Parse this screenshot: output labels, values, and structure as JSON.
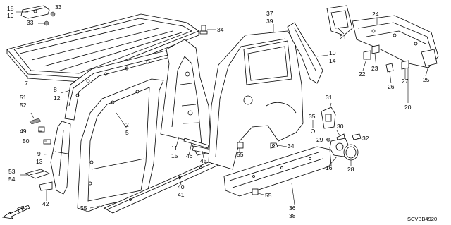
{
  "diagram_code": "SCVBB4920",
  "direction": {
    "label": "FR."
  },
  "labels": [
    {
      "id": "18",
      "text": "18"
    },
    {
      "id": "19",
      "text": "19"
    },
    {
      "id": "33a",
      "text": "33"
    },
    {
      "id": "33b",
      "text": "33"
    },
    {
      "id": "34a",
      "text": "34"
    },
    {
      "id": "37",
      "text": "37"
    },
    {
      "id": "39",
      "text": "39"
    },
    {
      "id": "24",
      "text": "24"
    },
    {
      "id": "21",
      "text": "21"
    },
    {
      "id": "10",
      "text": "10"
    },
    {
      "id": "14",
      "text": "14"
    },
    {
      "id": "7",
      "text": "7"
    },
    {
      "id": "8",
      "text": "8"
    },
    {
      "id": "12",
      "text": "12"
    },
    {
      "id": "22",
      "text": "22"
    },
    {
      "id": "23",
      "text": "23"
    },
    {
      "id": "26",
      "text": "26"
    },
    {
      "id": "27",
      "text": "27"
    },
    {
      "id": "25",
      "text": "25"
    },
    {
      "id": "20",
      "text": "20"
    },
    {
      "id": "51",
      "text": "51"
    },
    {
      "id": "52",
      "text": "52"
    },
    {
      "id": "31",
      "text": "31"
    },
    {
      "id": "2",
      "text": "2"
    },
    {
      "id": "5",
      "text": "5"
    },
    {
      "id": "35",
      "text": "35"
    },
    {
      "id": "30",
      "text": "30"
    },
    {
      "id": "49",
      "text": "49"
    },
    {
      "id": "29",
      "text": "29"
    },
    {
      "id": "32",
      "text": "32"
    },
    {
      "id": "50",
      "text": "50"
    },
    {
      "id": "11",
      "text": "11"
    },
    {
      "id": "15",
      "text": "15"
    },
    {
      "id": "46",
      "text": "46"
    },
    {
      "id": "34b",
      "text": "34"
    },
    {
      "id": "9",
      "text": "9"
    },
    {
      "id": "13",
      "text": "13"
    },
    {
      "id": "45",
      "text": "45"
    },
    {
      "id": "55a",
      "text": "55"
    },
    {
      "id": "16",
      "text": "16"
    },
    {
      "id": "28",
      "text": "28"
    },
    {
      "id": "53",
      "text": "53"
    },
    {
      "id": "54",
      "text": "54"
    },
    {
      "id": "40",
      "text": "40"
    },
    {
      "id": "41",
      "text": "41"
    },
    {
      "id": "55b",
      "text": "55"
    },
    {
      "id": "55c",
      "text": "55"
    },
    {
      "id": "42",
      "text": "42"
    },
    {
      "id": "36",
      "text": "36"
    },
    {
      "id": "38",
      "text": "38"
    }
  ]
}
